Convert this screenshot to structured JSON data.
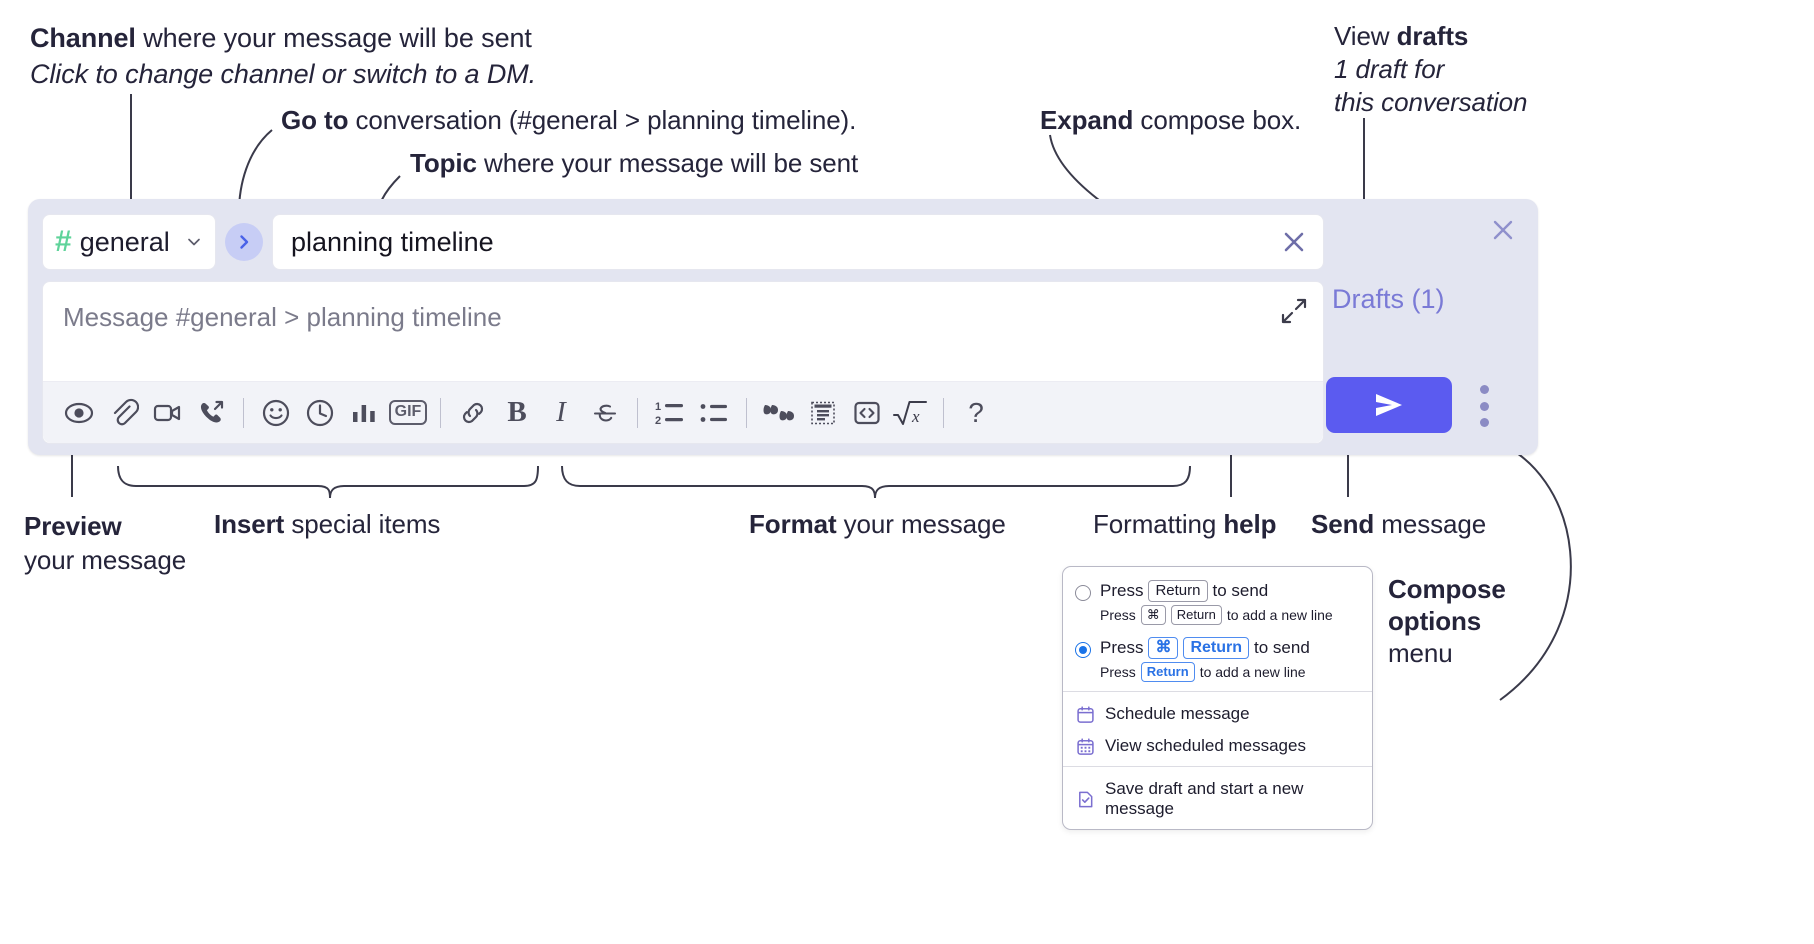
{
  "annotations": {
    "channel": {
      "bold": "Channel",
      "rest": " where your message will be sent",
      "italic": "Click to change channel or switch to a DM."
    },
    "goto": {
      "bold": "Go to",
      "rest": " conversation (#general > planning timeline)."
    },
    "topic": {
      "bold": "Topic",
      "rest": " where your message will be sent"
    },
    "expand": {
      "bold": "Expand",
      "rest": " compose box."
    },
    "drafts": {
      "plain": "View ",
      "bold": "drafts",
      "italic1": "1 draft for",
      "italic2": "this conversation"
    },
    "preview": {
      "bold": "Preview",
      "rest": "your message"
    },
    "insert": {
      "bold": "Insert",
      "rest": " special items"
    },
    "format": {
      "bold": "Format",
      "rest": " your message"
    },
    "formatting_help": {
      "plain": "Formatting ",
      "bold": "help"
    },
    "send": {
      "bold": "Send",
      "rest": " message"
    },
    "compose_options": {
      "bold1": "Compose",
      "bold2": "options",
      "rest": "menu"
    }
  },
  "compose": {
    "channel_name": "general",
    "channel_hash": "#",
    "topic_value": "planning timeline",
    "message_placeholder": "Message #general > planning timeline",
    "drafts_label": "Drafts (1)",
    "toolbar": [
      {
        "name": "preview-icon",
        "title": "Preview"
      },
      {
        "name": "attachment-icon",
        "title": "Attach file"
      },
      {
        "name": "video-icon",
        "title": "Video"
      },
      {
        "name": "call-forward-icon",
        "title": "Call"
      },
      {
        "name": "separator",
        "title": ""
      },
      {
        "name": "emoji-icon",
        "title": "Emoji"
      },
      {
        "name": "clock-icon",
        "title": "Reminder"
      },
      {
        "name": "poll-icon",
        "title": "Poll"
      },
      {
        "name": "gif-icon",
        "title": "GIF"
      },
      {
        "name": "separator",
        "title": ""
      },
      {
        "name": "link-icon",
        "title": "Link"
      },
      {
        "name": "bold-icon",
        "title": "Bold"
      },
      {
        "name": "italic-icon",
        "title": "Italic"
      },
      {
        "name": "strikethrough-icon",
        "title": "Strikethrough"
      },
      {
        "name": "separator",
        "title": ""
      },
      {
        "name": "ordered-list-icon",
        "title": "Ordered list"
      },
      {
        "name": "bullet-list-icon",
        "title": "Bulleted list"
      },
      {
        "name": "separator",
        "title": ""
      },
      {
        "name": "blockquote-icon",
        "title": "Blockquote"
      },
      {
        "name": "code-block-icon",
        "title": "Code block"
      },
      {
        "name": "code-snippet-icon",
        "title": "Code snippet"
      },
      {
        "name": "math-icon",
        "title": "Math"
      },
      {
        "name": "separator",
        "title": ""
      },
      {
        "name": "help-icon",
        "title": "Formatting help"
      }
    ],
    "gif_label": "GIF",
    "bold_label": "B",
    "italic_label": "I",
    "help_label": "?"
  },
  "popup": {
    "options": [
      {
        "selected": false,
        "main": [
          {
            "t": "text",
            "v": "Press"
          },
          {
            "t": "key",
            "v": "Return"
          },
          {
            "t": "text",
            "v": "to send"
          }
        ],
        "sub": [
          {
            "t": "text",
            "v": "Press"
          },
          {
            "t": "key",
            "v": "⌘"
          },
          {
            "t": "key",
            "v": "Return"
          },
          {
            "t": "text",
            "v": "to add a new line"
          }
        ]
      },
      {
        "selected": true,
        "main": [
          {
            "t": "text",
            "v": "Press"
          },
          {
            "t": "keyblue",
            "v": "⌘"
          },
          {
            "t": "keyblue",
            "v": "Return"
          },
          {
            "t": "text",
            "v": "to send"
          }
        ],
        "sub": [
          {
            "t": "text",
            "v": "Press"
          },
          {
            "t": "keyblue",
            "v": "Return"
          },
          {
            "t": "text",
            "v": "to add a new line"
          }
        ]
      }
    ],
    "menu_items": [
      {
        "label": "Schedule message",
        "icon": "calendar-icon"
      },
      {
        "label": "View scheduled messages",
        "icon": "calendar-grid-icon"
      },
      {
        "label": "Save draft and start a new message",
        "icon": "document-check-icon"
      }
    ]
  },
  "colors": {
    "compose_bg": "#e3e5f1",
    "send_button": "#5b5bf0",
    "hash_green": "#5fd39a",
    "drafts_purple": "#7a7ad6",
    "accent_blue": "#1a73e8",
    "menu_icon_purple": "#7b6fd0"
  }
}
